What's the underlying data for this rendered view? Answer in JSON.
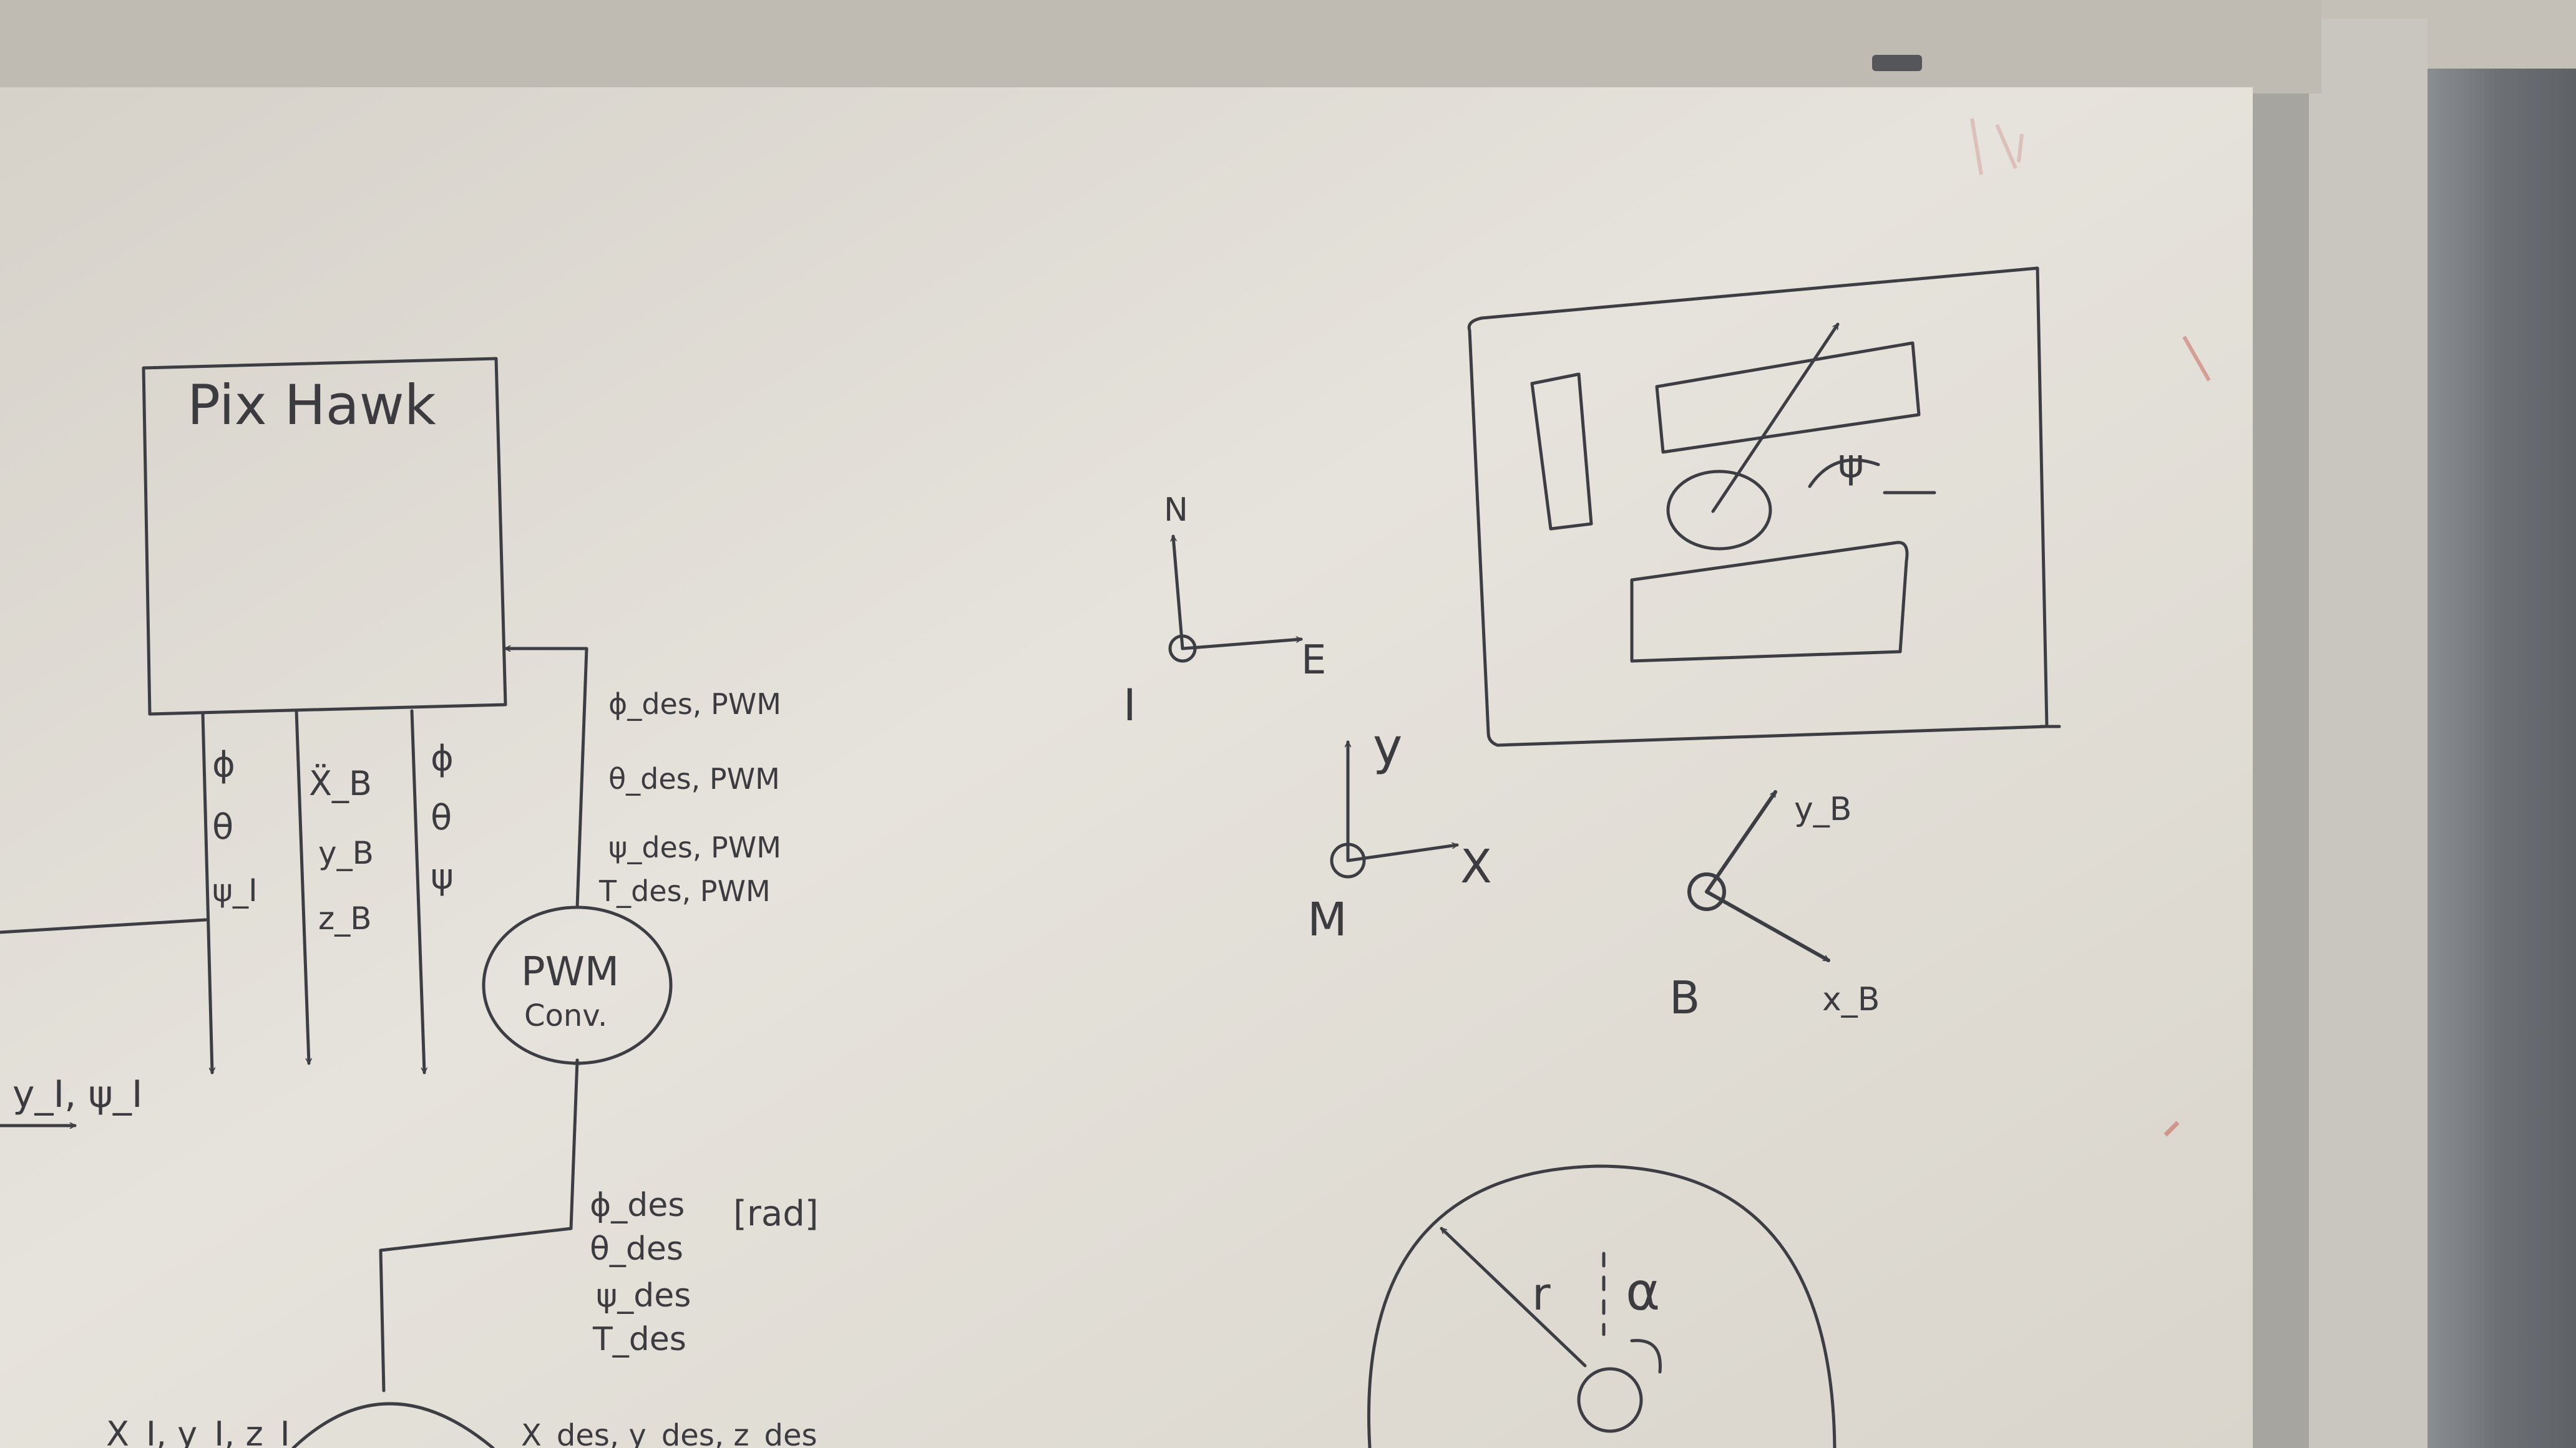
{
  "colors": {
    "board": "#e2ded6",
    "board_top": "#cbc7bf",
    "frame": "#9c9a95",
    "ink": "#3d3e44",
    "marker_red": "#c86a5e",
    "wall": "#6f7378"
  },
  "pixhawk": {
    "title": "Pix Hawk",
    "left_arrow_labels": [
      "ϕ",
      "θ",
      "ψ_I"
    ],
    "middle_arrow_labels": [
      "Ẍ_B",
      "y_B",
      "z_B"
    ],
    "right_arrow_labels": [
      "ϕ",
      "θ",
      "ψ"
    ],
    "pwm_inputs": [
      "ϕ_des, PWM",
      "θ_des, PWM",
      "ψ_des, PWM",
      "T_des, PWM"
    ]
  },
  "pwm_converter": {
    "line1": "PWM",
    "line2": "Conv."
  },
  "desired_inputs": {
    "labels": [
      "ϕ_des",
      "θ_des",
      "ψ_des",
      "T_des"
    ],
    "unit": "[rad]"
  },
  "left_partial": {
    "label": "y_I, ψ_I"
  },
  "bottom_partial": {
    "left": "X_I, y_I, z_I",
    "right": "X_des, y_des, z_des"
  },
  "frame_inertial": {
    "name": "I",
    "up": "N",
    "right": "E"
  },
  "frame_map": {
    "name": "M",
    "up": "y",
    "right": "X"
  },
  "frame_body": {
    "name": "B",
    "up": "y_B",
    "right": "x_B"
  },
  "room_sketch": {
    "angle": "ψ"
  },
  "circle_sketch": {
    "radius": "r",
    "angle": "α"
  }
}
